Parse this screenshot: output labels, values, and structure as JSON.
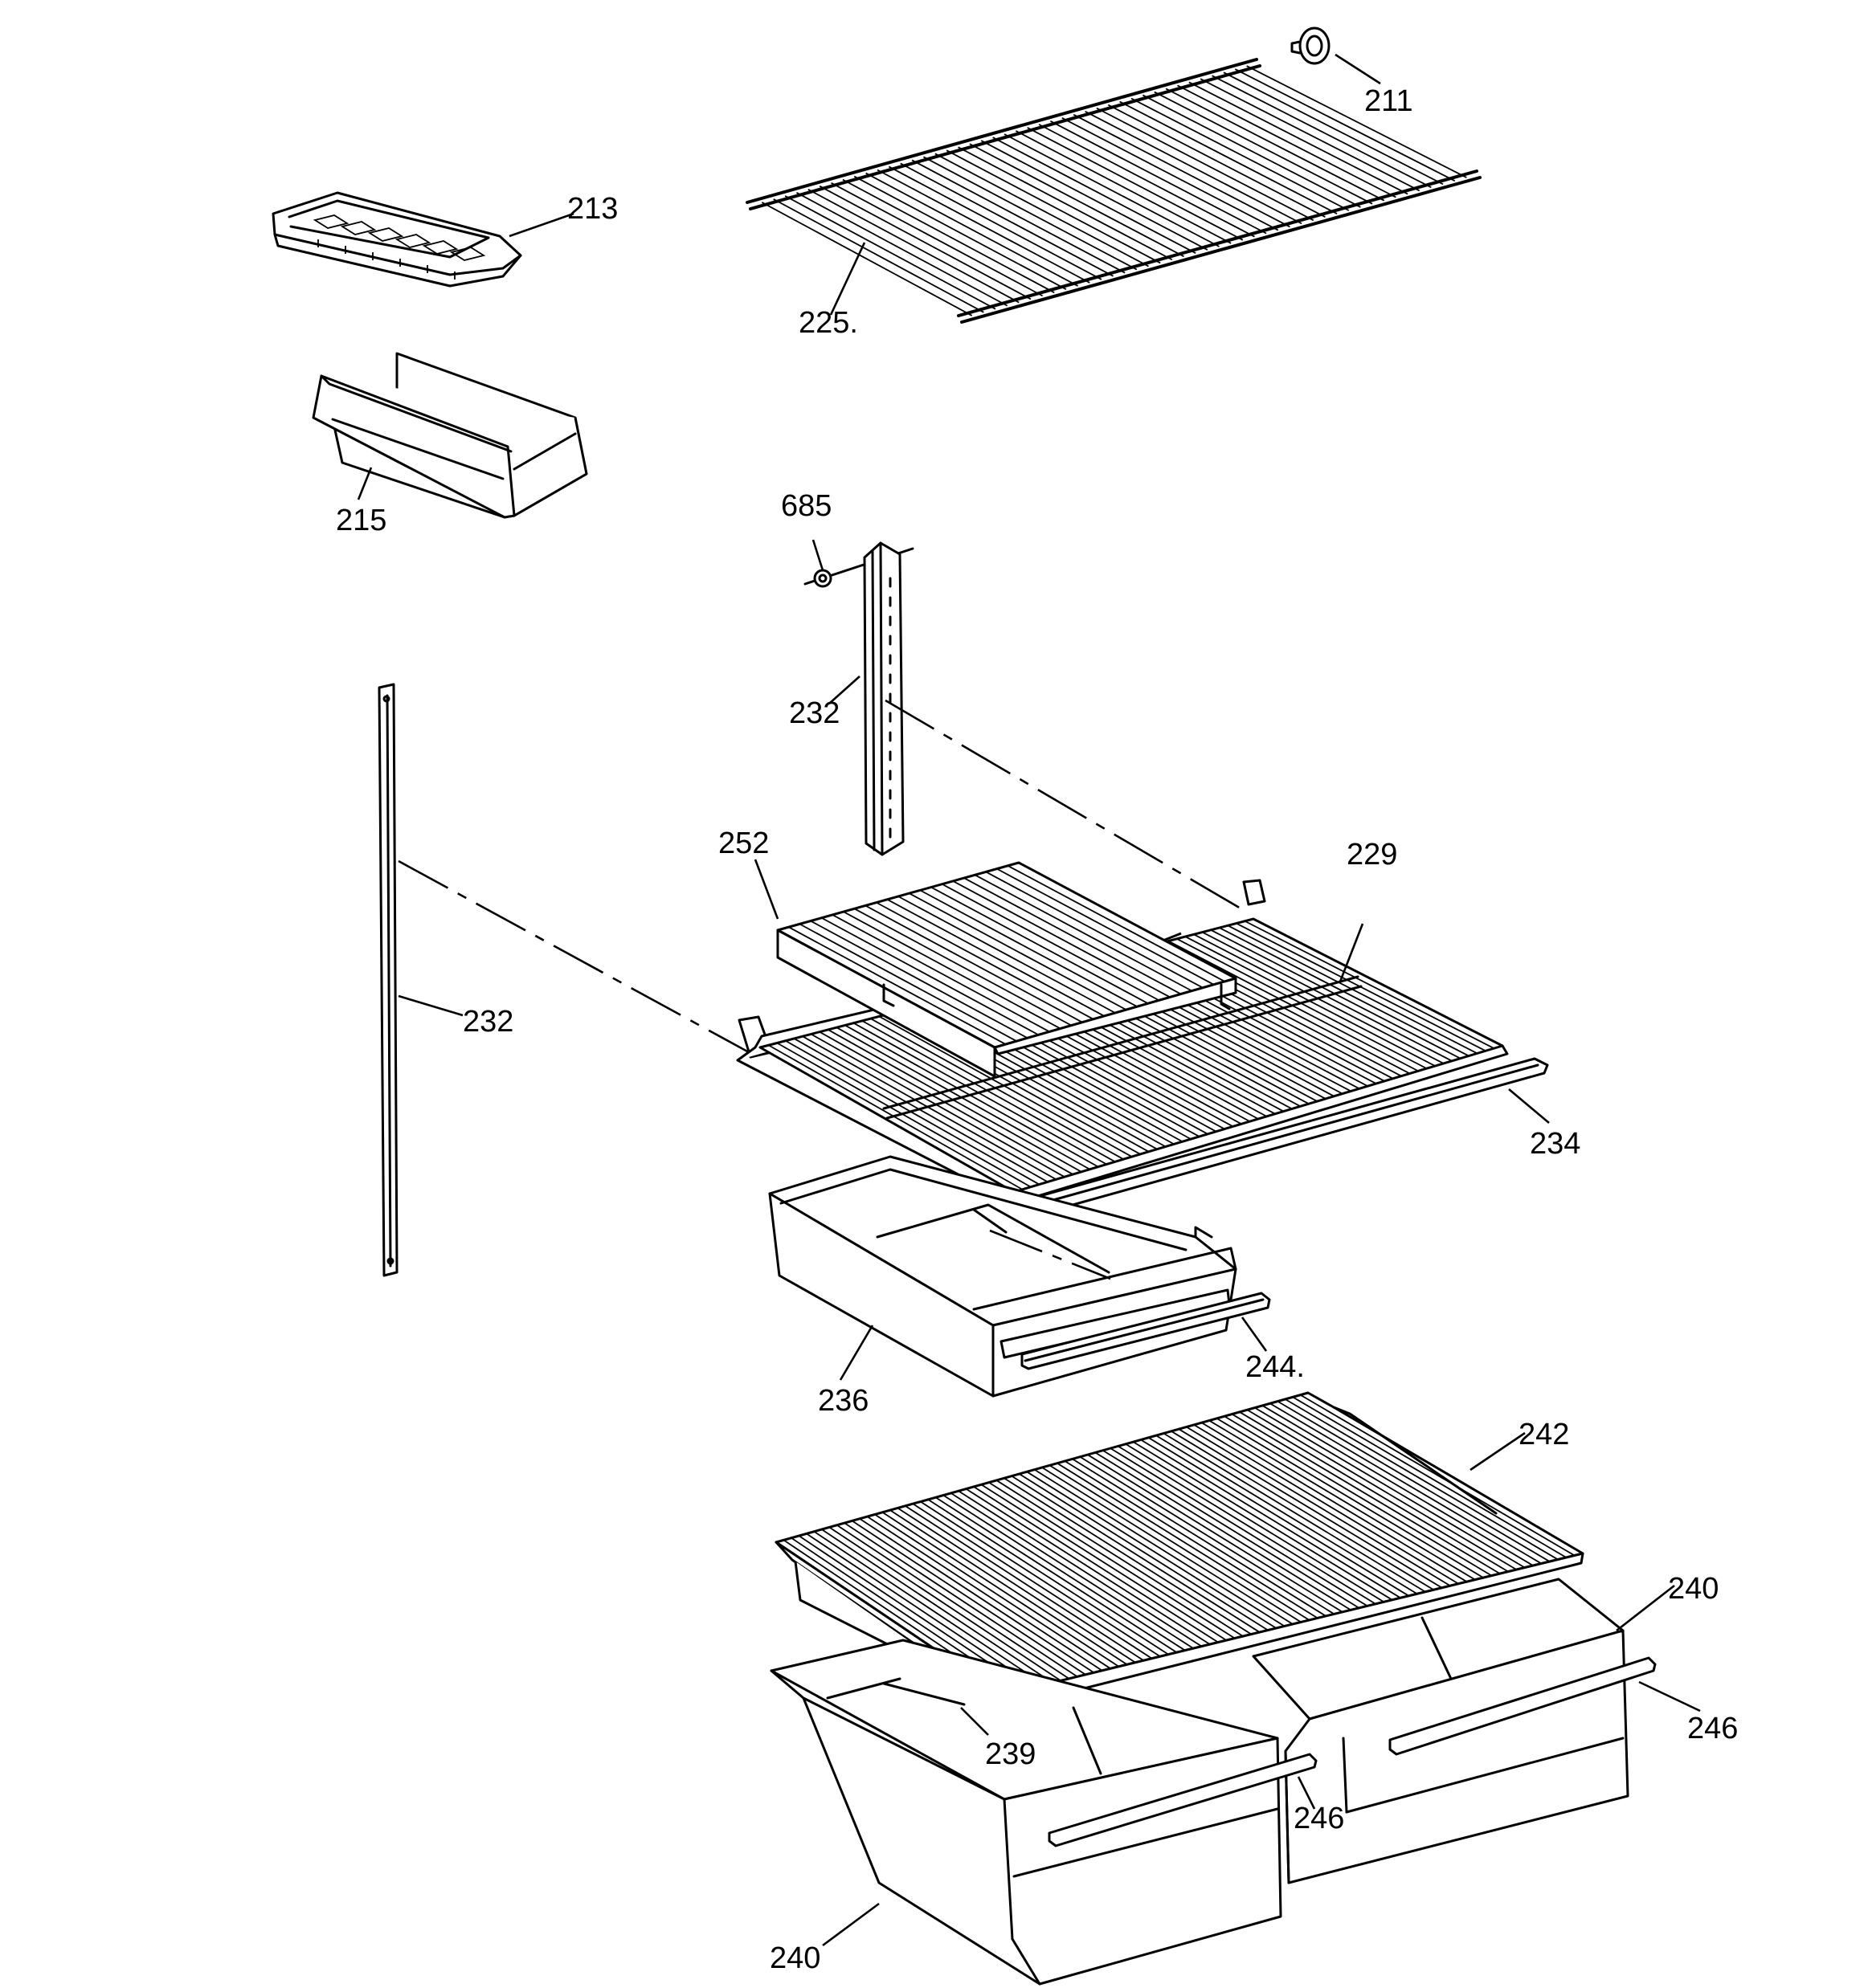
{
  "diagram": {
    "part_labels": {
      "p211": "211",
      "p213": "213",
      "p225": "225.",
      "p215": "215",
      "p685": "685",
      "p232_center": "232",
      "p232_left": "232",
      "p252": "252",
      "p229": "229",
      "p234": "234",
      "p236": "236",
      "p244": "244.",
      "p242": "242",
      "p240_right": "240",
      "p246_right": "246",
      "p239": "239",
      "p246_left": "246",
      "p240_left": "240"
    }
  }
}
